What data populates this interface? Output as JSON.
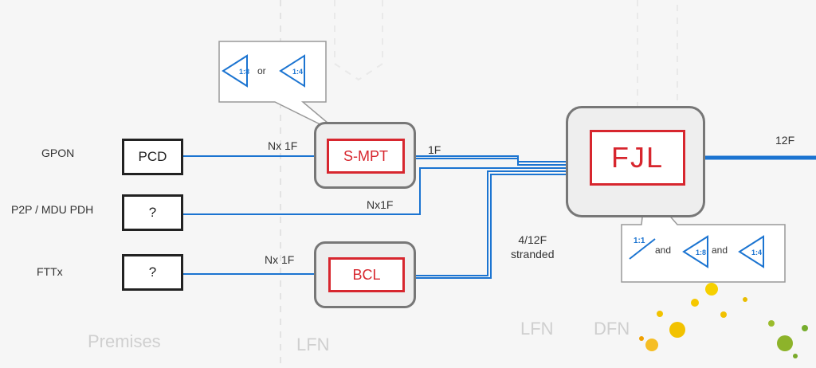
{
  "zones": {
    "premises": "Premises",
    "lfn_left": "LFN",
    "lfn_right": "LFN",
    "dfn": "DFN"
  },
  "services": {
    "gpon": "GPON",
    "p2p_mdu_pdh": "P2P / MDU PDH",
    "fttx": "FTTx"
  },
  "boxes": {
    "pcd": "PCD",
    "unknown_1": "?",
    "unknown_2": "?",
    "smpt": "S-MPT",
    "bcl": "BCL",
    "fjl": "FJL"
  },
  "link_labels": {
    "gpon_to_smpt": "Nx 1F",
    "smpt_out": "1F",
    "p2p_link": "Nx1F",
    "fttx_to_bcl": "Nx 1F",
    "bcl_stranded": "4/12F\nstranded",
    "fjl_out": "12F"
  },
  "callouts": {
    "smpt": {
      "split_a": "1:8",
      "connector": "or",
      "split_b": "1:4"
    },
    "fjl": {
      "struck": "1:1",
      "and_1": "and",
      "split_a": "1:8",
      "and_2": "and",
      "split_b": "1:4"
    }
  },
  "colors": {
    "link": "#1b74d1",
    "accent_red": "#d7262e",
    "box_border": "#222222",
    "outer_grey": "#777777"
  }
}
